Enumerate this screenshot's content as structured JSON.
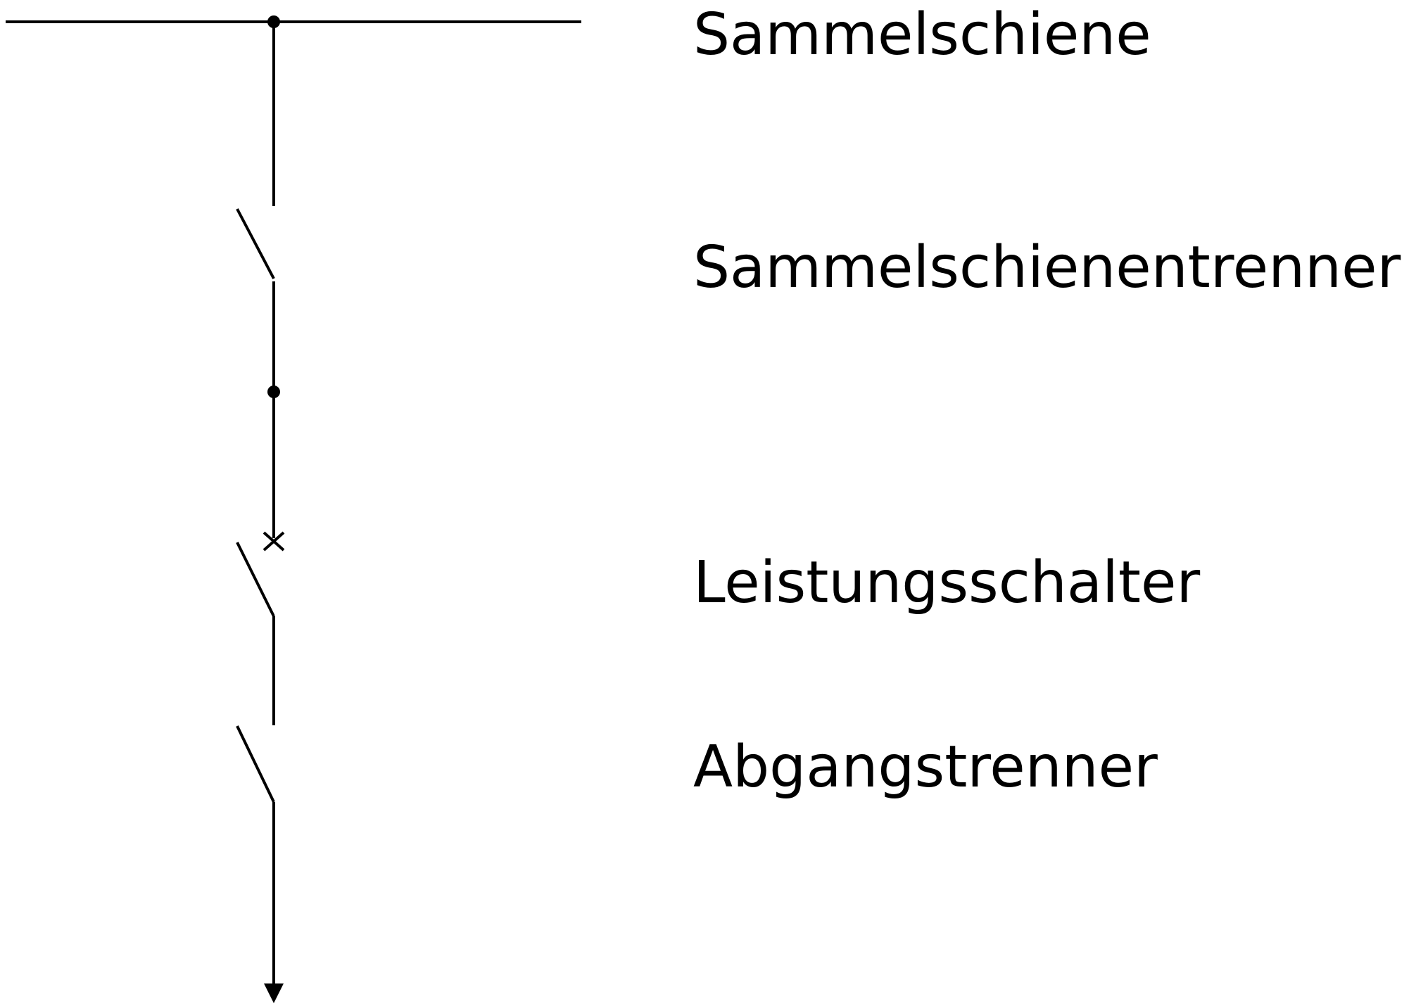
{
  "diagram": {
    "type": "single-line-switchgear-feeder",
    "stroke_color": "#000000",
    "background_color": "#ffffff",
    "labels": {
      "busbar": "Sammelschiene",
      "busbar_disconnector": "Sammelschienentrenner",
      "circuit_breaker": "Leistungsschalter",
      "feeder_disconnector": "Abgangstrenner"
    },
    "symbols": {
      "junction": "junction-dot-icon",
      "disconnector": "disconnector-switch-icon",
      "breaker": "circuit-breaker-switch-icon",
      "outgoing": "arrow-down-icon"
    }
  }
}
